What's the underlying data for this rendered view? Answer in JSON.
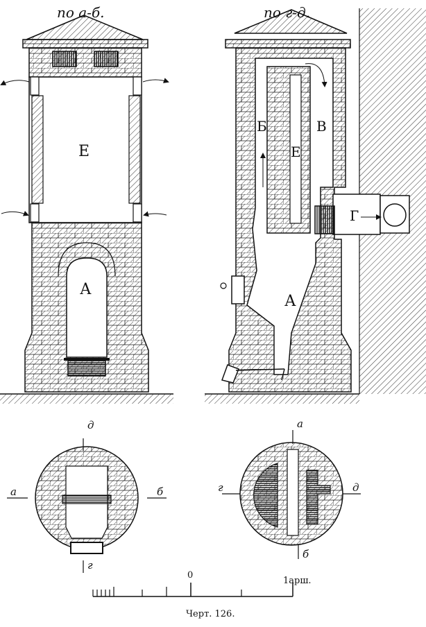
{
  "views": {
    "left_title": "по а-б.",
    "right_title": "по г-д."
  },
  "labels": {
    "E_upper_left": "Е",
    "A_left": "А",
    "B": "Б",
    "V": "В",
    "E_right": "Е",
    "G": "Г",
    "A_right": "А"
  },
  "plan_left": {
    "top": "д",
    "bottom": "г",
    "left": "а",
    "right": "б"
  },
  "plan_right": {
    "top": "а",
    "bottom": "б",
    "left": "г",
    "right": "д"
  },
  "scale": {
    "zero": "0",
    "unit": "1арш."
  },
  "caption": "Черт. 126."
}
